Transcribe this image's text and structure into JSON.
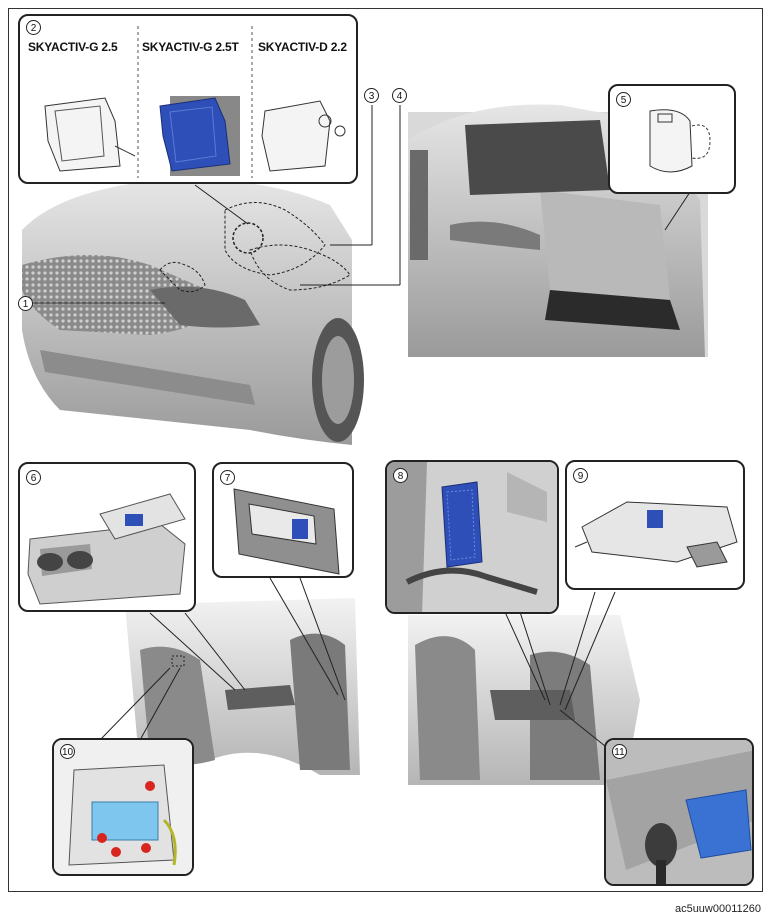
{
  "callouts": {
    "c1": "1",
    "c2": "2",
    "c3": "3",
    "c4": "4",
    "c5": "5",
    "c6": "6",
    "c7": "7",
    "c8": "8",
    "c9": "9",
    "c10": "10",
    "c11": "11"
  },
  "variants": {
    "g25": "SKYACTIV-G 2.5",
    "g25t": "SKYACTIV-G 2.5T",
    "d22": "SKYACTIV-D 2.2"
  },
  "figure_code": "ac5uuw00011260",
  "colors": {
    "highlight_blue": "#2e4fb8",
    "light_blue": "#7ec6ee",
    "red_marker": "#d8261f",
    "car_gray": "#c8c8c8"
  }
}
